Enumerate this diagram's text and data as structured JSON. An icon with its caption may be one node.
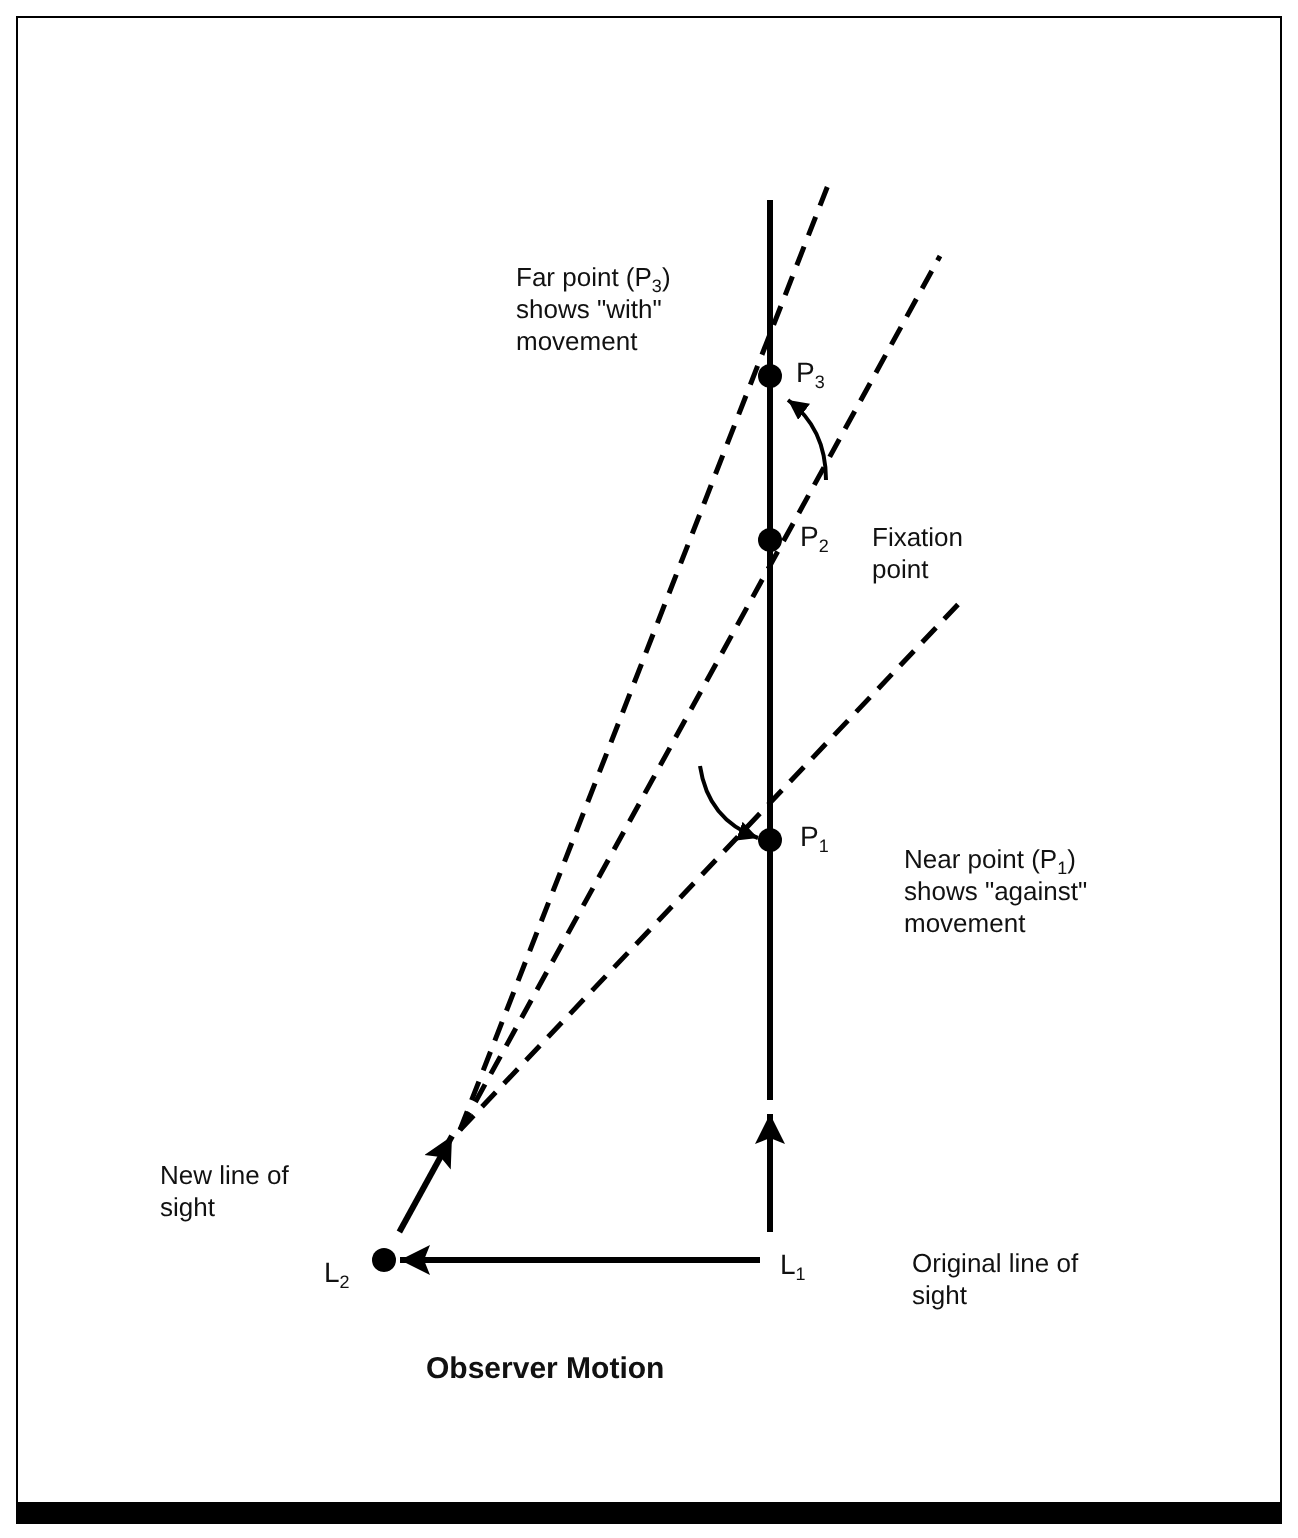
{
  "diagram": {
    "caption": "Observer Motion",
    "nodes": [
      {
        "text": [
          "P$_{3}$"
        ]
      },
      {
        "text": [
          "P$_{2}$"
        ]
      },
      {
        "text": [
          "P$_{1}$"
        ]
      },
      {
        "text": [
          "L$_{2}$"
        ]
      },
      {
        "text": [
          "L$_{1}$"
        ]
      }
    ],
    "edges": [
      {
        "from": 4,
        "to": 3,
        "arrow": "to"
      },
      {
        "from": 3,
        "to": null,
        "arrow": "to"
      },
      {
        "from": 4,
        "to": null,
        "arrow": "to"
      }
    ],
    "labels": [
      "Far point (P$_{3}$) shows \"with\" movement",
      "Fixation point",
      "Near point (P$_{1}$) shows \"against\" movement",
      "New line of sight",
      "Original line of sight"
    ]
  }
}
